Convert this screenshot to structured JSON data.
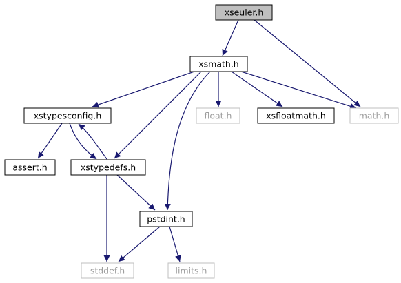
{
  "diagram": {
    "type": "include-dependency-graph",
    "colors": {
      "edge": "#191970",
      "box_border": "#000000",
      "box_border_external": "#bfbfbf",
      "text": "#000000",
      "text_external": "#9e9e9e",
      "root_fill": "#bfbfbf",
      "fill": "#ffffff"
    },
    "nodes": [
      {
        "id": "xseuler",
        "label": "xseuler.h",
        "style": "root"
      },
      {
        "id": "xsmath",
        "label": "xsmath.h",
        "style": "normal"
      },
      {
        "id": "xstypesconfig",
        "label": "xstypesconfig.h",
        "style": "normal"
      },
      {
        "id": "float",
        "label": "float.h",
        "style": "external"
      },
      {
        "id": "xsfloatmath",
        "label": "xsfloatmath.h",
        "style": "normal"
      },
      {
        "id": "math",
        "label": "math.h",
        "style": "external"
      },
      {
        "id": "assert",
        "label": "assert.h",
        "style": "normal"
      },
      {
        "id": "xstypedefs",
        "label": "xstypedefs.h",
        "style": "normal"
      },
      {
        "id": "pstdint",
        "label": "pstdint.h",
        "style": "normal"
      },
      {
        "id": "stddef",
        "label": "stddef.h",
        "style": "external"
      },
      {
        "id": "limits",
        "label": "limits.h",
        "style": "external"
      }
    ],
    "edges": [
      {
        "from": "xseuler",
        "to": "xsmath"
      },
      {
        "from": "xseuler",
        "to": "math"
      },
      {
        "from": "xsmath",
        "to": "xstypesconfig"
      },
      {
        "from": "xsmath",
        "to": "float"
      },
      {
        "from": "xsmath",
        "to": "xsfloatmath"
      },
      {
        "from": "xsmath",
        "to": "math"
      },
      {
        "from": "xsmath",
        "to": "xstypedefs"
      },
      {
        "from": "xsmath",
        "to": "pstdint"
      },
      {
        "from": "xstypesconfig",
        "to": "assert"
      },
      {
        "from": "xstypesconfig",
        "to": "xstypedefs"
      },
      {
        "from": "xstypedefs",
        "to": "xstypesconfig"
      },
      {
        "from": "xstypedefs",
        "to": "pstdint"
      },
      {
        "from": "xstypedefs",
        "to": "stddef"
      },
      {
        "from": "pstdint",
        "to": "stddef"
      },
      {
        "from": "pstdint",
        "to": "limits"
      }
    ]
  }
}
